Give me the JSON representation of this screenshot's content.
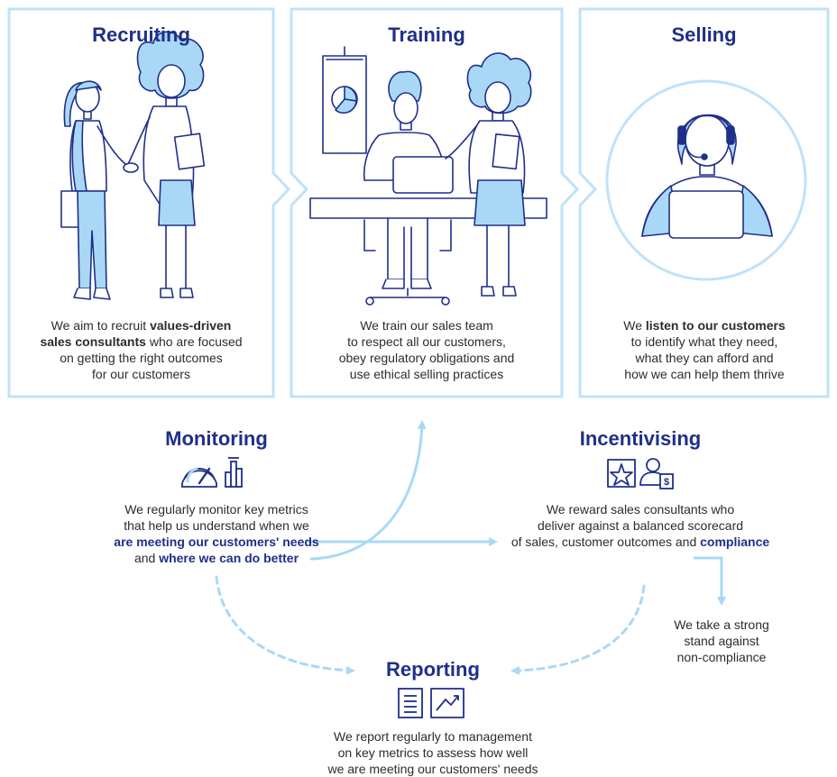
{
  "stages": {
    "recruiting": {
      "title": "Recruiting",
      "lines": [
        {
          "pre": "We aim to recruit ",
          "bold": "values-driven",
          "post": ""
        },
        {
          "pre": "",
          "bold": "sales consultants",
          "post": " who are focused"
        },
        {
          "pre": "on getting the right outcomes",
          "bold": "",
          "post": ""
        },
        {
          "pre": "for our customers",
          "bold": "",
          "post": ""
        }
      ]
    },
    "training": {
      "title": "Training",
      "lines": [
        "We train our sales team",
        "to respect all our customers,",
        "obey regulatory obligations and",
        "use ethical selling practices"
      ]
    },
    "selling": {
      "title": "Selling",
      "lines": [
        {
          "pre": "We ",
          "bold": "listen to our customers",
          "post": ""
        },
        {
          "pre": "to identify what they need,",
          "bold": "",
          "post": ""
        },
        {
          "pre": "what they can afford and",
          "bold": "",
          "post": ""
        },
        {
          "pre": "how we can help them thrive",
          "bold": "",
          "post": ""
        }
      ]
    },
    "monitoring": {
      "title": "Monitoring",
      "lines": [
        {
          "pre": "We regularly monitor key metrics",
          "hl": "",
          "post": ""
        },
        {
          "pre": "that help us understand when we",
          "hl": "",
          "post": ""
        },
        {
          "pre": "",
          "hl": "are meeting our customers' needs",
          "post": ""
        },
        {
          "pre": "and ",
          "hl": "where we can do better",
          "post": ""
        }
      ]
    },
    "incentivising": {
      "title": "Incentivising",
      "lines": [
        {
          "pre": "We reward sales consultants who",
          "hl": "",
          "post": ""
        },
        {
          "pre": "deliver against a balanced scorecard",
          "hl": "",
          "post": ""
        },
        {
          "pre": "of sales, customer outcomes",
          "hl": "",
          "post": ""
        },
        {
          "pre": "and ",
          "hl": "compliance",
          "post": ""
        }
      ],
      "note": [
        "We take a strong",
        "stand against",
        "non-compliance"
      ]
    },
    "reporting": {
      "title": "Reporting",
      "lines": [
        "We report regularly to management",
        "on key metrics to assess how well",
        "we are meeting our customers' needs"
      ]
    }
  },
  "colors": {
    "heading": "#1f2f8a",
    "frame": "#bfe2fa",
    "arrow": "#a9d8f7",
    "ink": "#1f2f8a",
    "fill": "#a9d8f7",
    "hair": "#a9d8f7"
  },
  "icons": [
    "speedometer-icon",
    "bar-chart-icon",
    "star-certificate-icon",
    "person-dollar-icon",
    "report-list-icon",
    "trend-chart-icon"
  ]
}
